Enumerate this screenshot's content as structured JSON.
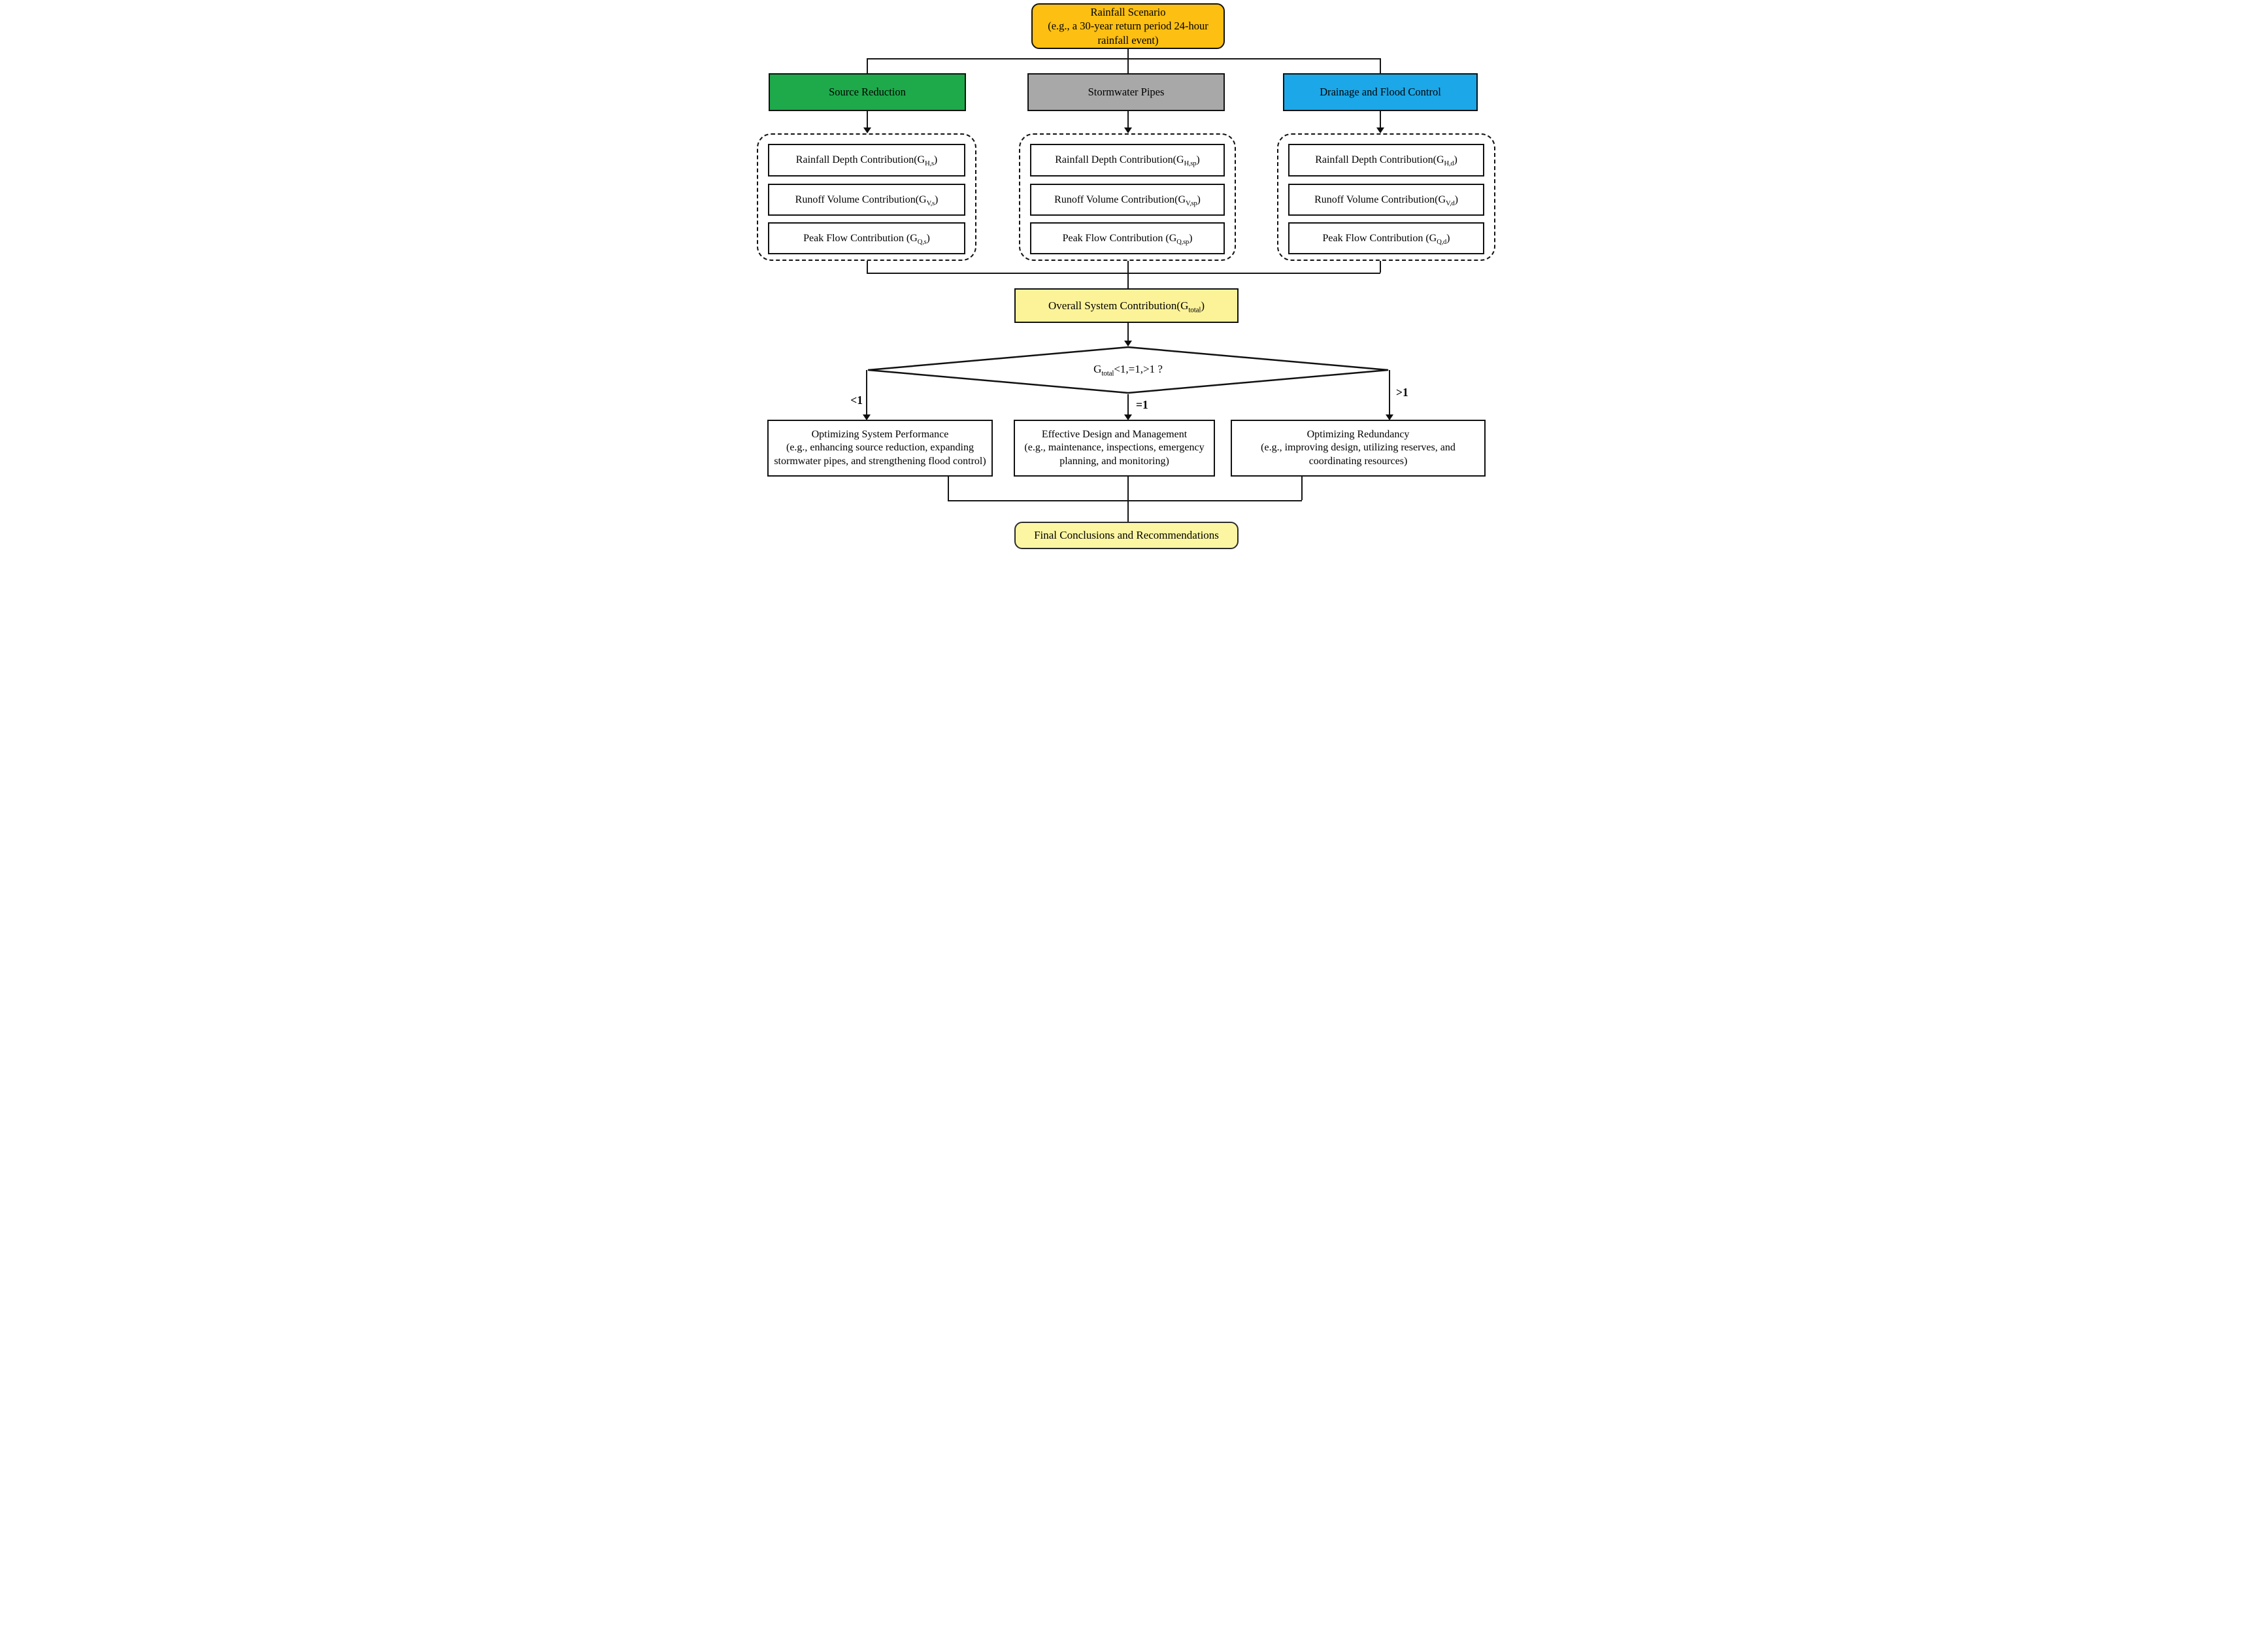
{
  "colors": {
    "rainfall_scenario": "#FCBF12",
    "source_reduction": "#1EA94B",
    "stormwater_pipes": "#A8A8A8",
    "drainage_flood_control": "#1BA7E8",
    "overall_contribution": "#FCF399",
    "final_conclusions": "#FCF6A3",
    "line": "#151515"
  },
  "scenario": {
    "title": "Rainfall Scenario",
    "subtitle": "(e.g., a 30-year return period 24-hour rainfall event)"
  },
  "branches": [
    {
      "label": "Source Reduction",
      "rows": [
        {
          "pre": "Rainfall Depth Contribution(G",
          "sub": "H,s",
          "post": ")"
        },
        {
          "pre": "Runoff Volume Contribution(G",
          "sub": "V,s",
          "post": ")"
        },
        {
          "pre": "Peak Flow Contribution (G",
          "sub": "Q,s",
          "post": ")"
        }
      ]
    },
    {
      "label": "Stormwater Pipes",
      "rows": [
        {
          "pre": "Rainfall Depth Contribution(G",
          "sub": "H,sp",
          "post": ")"
        },
        {
          "pre": "Runoff Volume Contribution(G",
          "sub": "V,sp",
          "post": ")"
        },
        {
          "pre": "Peak Flow Contribution (G",
          "sub": "Q,sp",
          "post": ")"
        }
      ]
    },
    {
      "label": "Drainage and Flood Control",
      "rows": [
        {
          "pre": "Rainfall Depth Contribution(G",
          "sub": "H,d",
          "post": ")"
        },
        {
          "pre": "Runoff Volume Contribution(G",
          "sub": "V,d",
          "post": ")"
        },
        {
          "pre": "Peak Flow Contribution (G",
          "sub": "Q,d",
          "post": ")"
        }
      ]
    }
  ],
  "overall": {
    "pre": "Overall System Contribution(G",
    "sub": "total",
    "post": ")"
  },
  "decision": {
    "pre": "G",
    "sub": "total",
    "post": "<1,=1,>1 ?"
  },
  "outcomes": [
    {
      "condition": "<1",
      "title": "Optimizing System Performance",
      "detail": "(e.g., enhancing source reduction, expanding stormwater pipes, and strengthening flood control)"
    },
    {
      "condition": "=1",
      "title": "Effective Design and Management",
      "detail": "(e.g., maintenance, inspections, emergency planning, and monitoring)"
    },
    {
      "condition": ">1",
      "title": "Optimizing Redundancy",
      "detail": "(e.g., improving design, utilizing reserves, and coordinating resources)"
    }
  ],
  "final": {
    "label": "Final Conclusions and Recommendations"
  }
}
